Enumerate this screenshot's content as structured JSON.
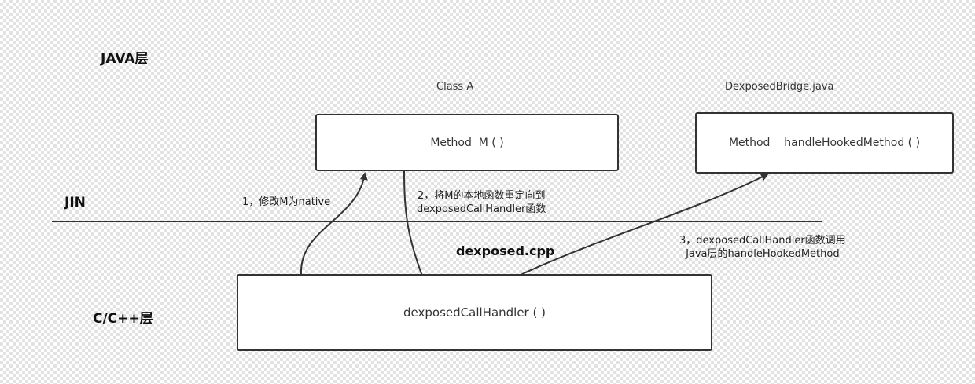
{
  "layers": {
    "java": "JAVA层",
    "jin": "JIN",
    "native": "C/C++层"
  },
  "class_a": {
    "title": "Class A",
    "method": "Method  M ( )"
  },
  "bridge": {
    "title": "DexposedBridge.java",
    "method": "Method    handleHookedMethod ( )"
  },
  "native_module": {
    "title": "dexposed.cpp",
    "method": "dexposedCallHandler ( )"
  },
  "steps": {
    "step1": "1，修改M为native",
    "step2_line1": "2，将M的本地函数重定向到",
    "step2_line2": "dexposedCallHandler函数",
    "step3_line1": "3，dexposedCallHandler函数调用",
    "step3_line2": "Java层的handleHookedMethod"
  },
  "colors": {
    "stroke": "#333333",
    "box_fill": "#ffffff"
  }
}
